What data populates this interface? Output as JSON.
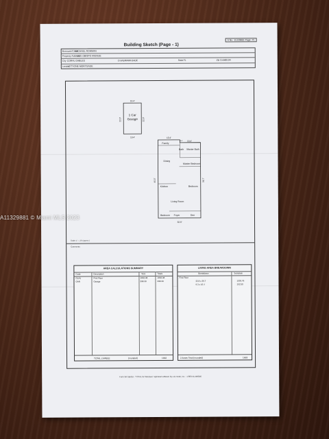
{
  "sheet": {
    "title": "Building Sketch (Page - 1)",
    "file_no": "A No. 11329881 Page: #1"
  },
  "header": {
    "borrower": {
      "label": "Borrower/Client",
      "value": "MICHAEL ROHMAN"
    },
    "property": {
      "label": "Property Address",
      "value": "1425 OBISPO AVENUE"
    },
    "city": {
      "label": "City",
      "value": "CORAL GABLES",
      "county_label": "County",
      "county": "MIAMI-DADE",
      "state_label": "State",
      "state": "FL",
      "zip_label": "Zip Code",
      "zip": "33134"
    },
    "lender": {
      "label": "Lender",
      "value": "CITYONE MORTGAGE"
    }
  },
  "plan": {
    "garage": {
      "label1": "1 Car",
      "label2": "Garage",
      "top": "13.4'",
      "left": "22.0'",
      "right": "22.0'",
      "bottom": "13.4'"
    },
    "house_dims": {
      "top1": "13.4'",
      "top2": "13.4'",
      "small": "4.3'",
      "left": "40.0'",
      "right": "36.7'",
      "bottom": "32.8'"
    },
    "rooms": [
      "Family",
      "Bath",
      "Master Bath",
      "Dining",
      "Master Bedroom",
      "Kitchen",
      "Bedroom",
      "Living Room",
      "Bedroom",
      "Foyer",
      "Den"
    ]
  },
  "notes": {
    "scale": "Scale: 1\" = 20' (approx.)",
    "comments": "Comments"
  },
  "area_calc": {
    "title": "AREA CALCULATIONS SUMMARY",
    "columns": [
      "Code",
      "Description",
      "Size",
      "Totals"
    ],
    "rows": [
      {
        "code": "GLA1",
        "desc": "First Floor",
        "size": "1662.98",
        "total": "1662.98"
      },
      {
        "code": "GAR",
        "desc": "Garage",
        "size": "298.30",
        "total": "298.30"
      }
    ],
    "total_label": "TOTAL LIVABLE",
    "rounded": "(rounded)",
    "total_value": "1662"
  },
  "living_area": {
    "title": "LIVING AREA BREAKDOWN",
    "columns": [
      "Breakdown",
      "Subtotals"
    ],
    "section": "First Floor",
    "rows": [
      {
        "calc": "32.8  x  36.7",
        "subtotal": "1203.76"
      },
      {
        "calc": "9.3  x  16.4",
        "subtotal": "152.50"
      }
    ],
    "total_label": "2 Areas Total (rounded)",
    "total_value": "1663"
  },
  "footer": "Form SKT.BkGd - \"TOTAL for Windows\" appraisal software by a la mode, inc. - 1-800-ALAMODE",
  "watermark": "A11329881 © Miami MLS 2023"
}
